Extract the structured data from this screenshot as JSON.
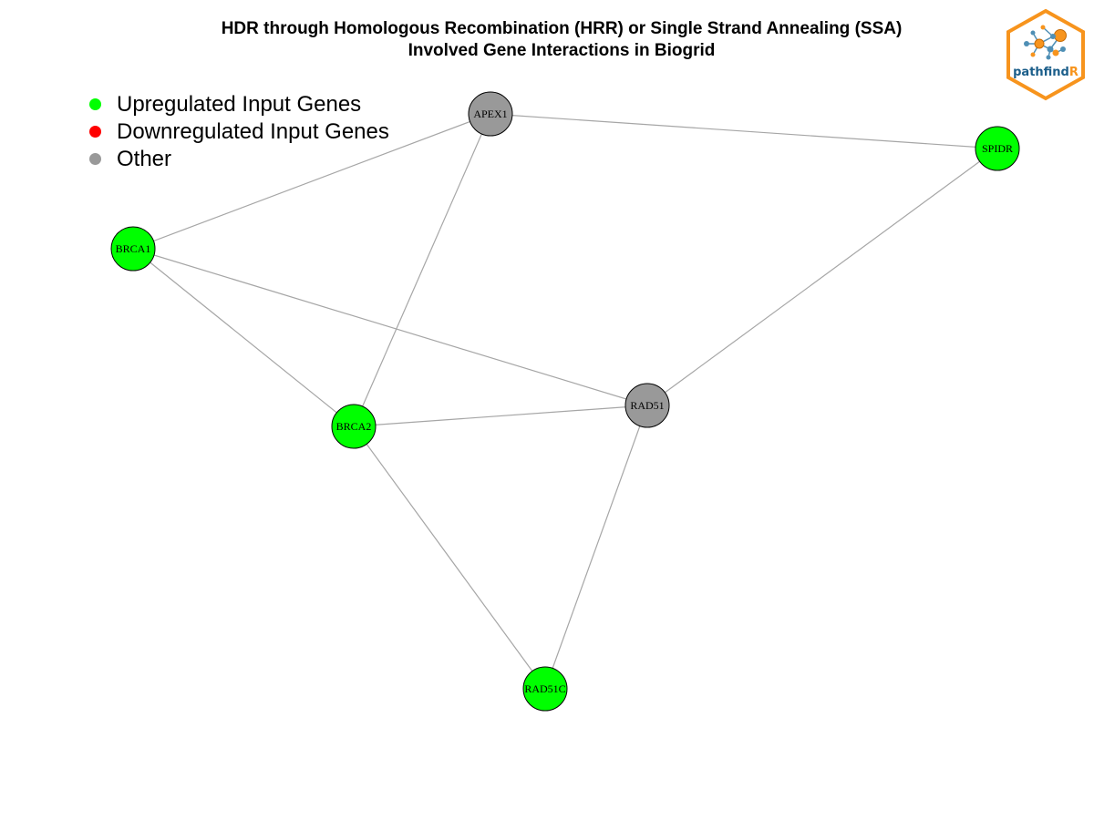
{
  "title": {
    "line1": "HDR through Homologous Recombination (HRR) or Single Strand Annealing (SSA)",
    "line2": "Involved Gene Interactions in Biogrid"
  },
  "legend": [
    {
      "label": "Upregulated Input Genes",
      "color": "#00ff00"
    },
    {
      "label": "Downregulated Input Genes",
      "color": "#ff0000"
    },
    {
      "label": "Other",
      "color": "#999999"
    }
  ],
  "nodes": [
    {
      "id": "APEX1",
      "label": "APEX1",
      "color": "#999999"
    },
    {
      "id": "SPIDR",
      "label": "SPIDR",
      "color": "#00ff00"
    },
    {
      "id": "BRCA1",
      "label": "BRCA1",
      "color": "#00ff00"
    },
    {
      "id": "RAD51",
      "label": "RAD51",
      "color": "#999999"
    },
    {
      "id": "BRCA2",
      "label": "BRCA2",
      "color": "#00ff00"
    },
    {
      "id": "RAD51C",
      "label": "RAD51C",
      "color": "#00ff00"
    }
  ],
  "edges": [
    [
      "APEX1",
      "SPIDR"
    ],
    [
      "APEX1",
      "BRCA1"
    ],
    [
      "APEX1",
      "BRCA2"
    ],
    [
      "SPIDR",
      "RAD51"
    ],
    [
      "BRCA1",
      "RAD51"
    ],
    [
      "BRCA1",
      "BRCA2"
    ],
    [
      "BRCA2",
      "RAD51"
    ],
    [
      "BRCA2",
      "RAD51C"
    ],
    [
      "RAD51",
      "RAD51C"
    ]
  ],
  "edge_color": "#a6a6a6",
  "logo": {
    "text_part1": "pathfind",
    "text_part2": "R",
    "border_color": "#f7941d",
    "text_color1": "#1b5e8a",
    "text_color2": "#f7941d"
  }
}
